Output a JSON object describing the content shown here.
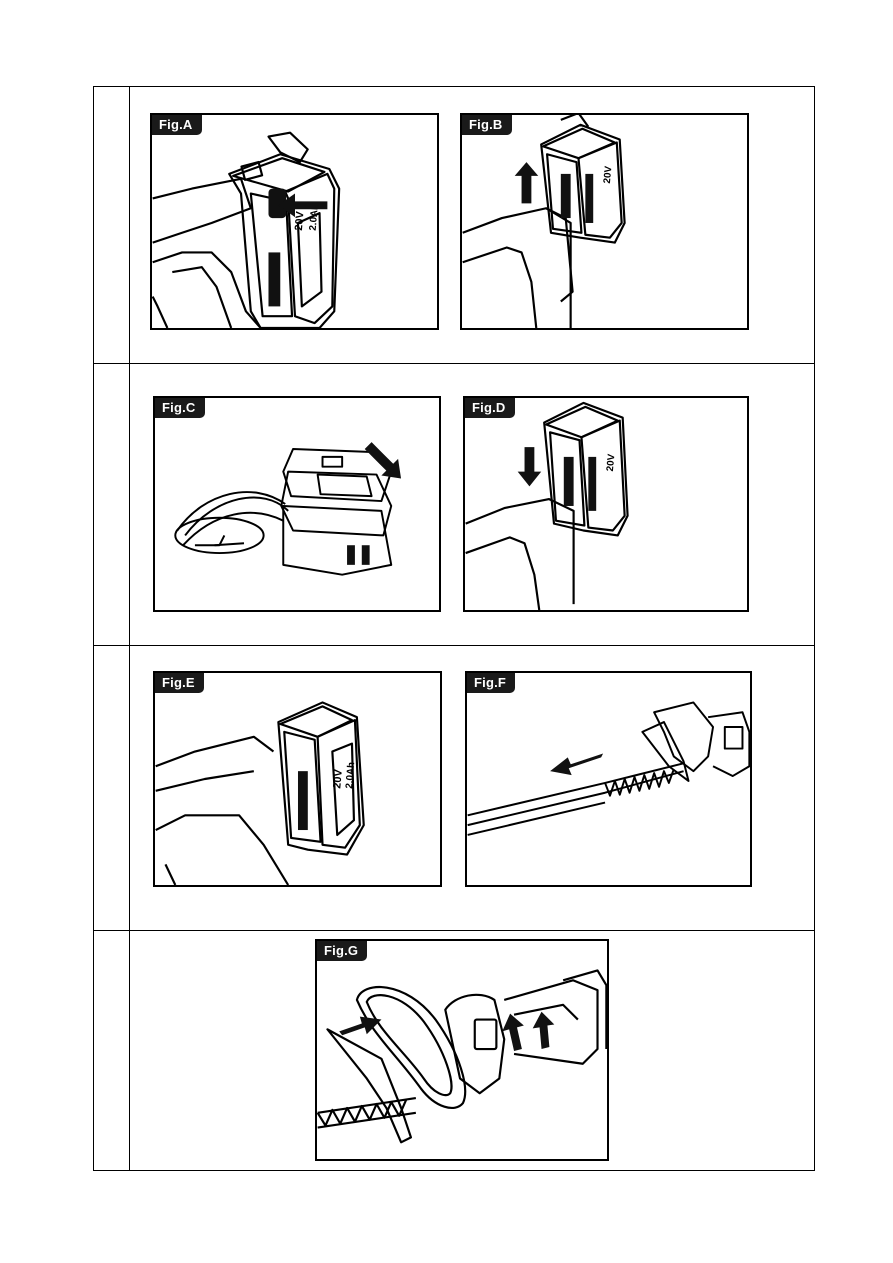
{
  "figures": [
    {
      "id": "A",
      "label": "Fig.A"
    },
    {
      "id": "B",
      "label": "Fig.B"
    },
    {
      "id": "C",
      "label": "Fig.C"
    },
    {
      "id": "D",
      "label": "Fig.D"
    },
    {
      "id": "E",
      "label": "Fig.E"
    },
    {
      "id": "F",
      "label": "Fig.F"
    },
    {
      "id": "G",
      "label": "Fig.G"
    }
  ],
  "battery": {
    "voltage": "20V",
    "capacity": "2.0Ah"
  },
  "icons": [
    "arrow-icon",
    "battery-icon",
    "charger-icon",
    "hedge-trimmer-icon"
  ]
}
